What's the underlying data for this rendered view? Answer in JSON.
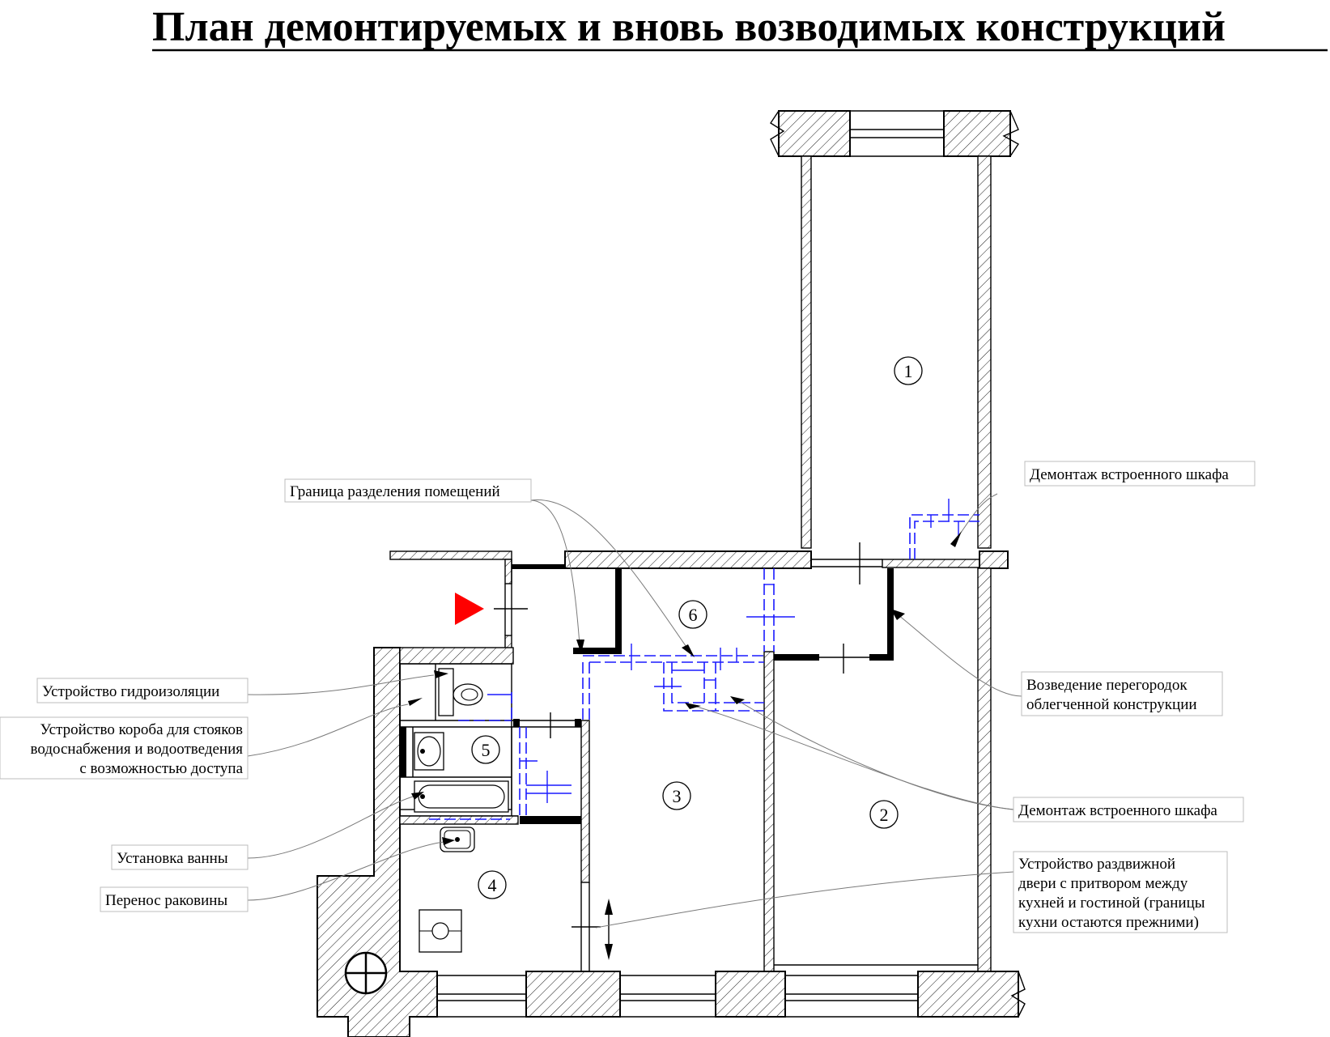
{
  "title": "План демонтируемых и вновь возводимых конструкций",
  "rooms": [
    "1",
    "2",
    "3",
    "4",
    "5",
    "6"
  ],
  "callouts": {
    "partition_boundary": "Граница разделения помещений",
    "dismantle_closet_top": "Демонтаж встроенного шкафа",
    "new_partitions": [
      "Возведение перегородок",
      "облегченной конструкции"
    ],
    "dismantle_closet_mid": "Демонтаж встроенного шкафа",
    "sliding_door": [
      "Устройство раздвижной",
      "двери с притвором между",
      "кухней и гостиной (границы",
      "кухни остаются прежними)"
    ],
    "waterproofing": "Устройство гидроизоляции",
    "riser_box": [
      "Устройство короба для стояков",
      "водоснабжения и водоотведения",
      "с возможностью доступа"
    ],
    "bath_install": "Установка ванны",
    "sink_move": "Перенос раковины"
  },
  "colors": {
    "demolition": "#1a1aff",
    "new_construction": "#000000",
    "entrance_marker": "#ff0000",
    "callout_border": "#bcbcbc"
  },
  "icons": [
    "entrance-arrow-icon",
    "toilet-icon",
    "washbasin-icon",
    "bathtub-icon",
    "kitchen-sink-icon",
    "stove-icon",
    "ventilation-shaft-icon"
  ]
}
